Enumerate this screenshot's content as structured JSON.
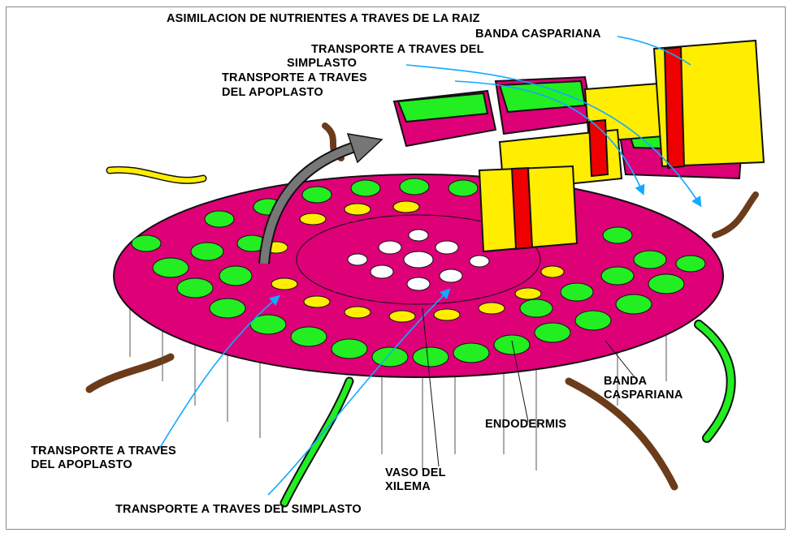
{
  "diagram": {
    "title": "ASIMILACION DE NUTRIENTES A TRAVES DE LA RAIZ",
    "labels": {
      "banda_top": "BANDA CASPARIANA",
      "simplasto_top_1": "TRANSPORTE A TRAVES DEL",
      "simplasto_top_2": "SIMPLASTO",
      "apoplasto_top_1": "TRANSPORTE A TRAVES",
      "apoplasto_top_2": "DEL APOPLASTO",
      "banda_right_1": "BANDA",
      "banda_right_2": "CASPARIANA",
      "endodermis": "ENDODERMIS",
      "apoplasto_left_1": "TRANSPORTE A TRAVES",
      "apoplasto_left_2": "DEL APOPLASTO",
      "vaso_1": "VASO DEL",
      "vaso_2": "XILEMA",
      "simplasto_bottom": "TRANSPORTE A TRAVES DEL SIMPLASTO"
    },
    "colors": {
      "cell_green": "#22ee22",
      "wall_magenta": "#dd0077",
      "endodermis_yellow": "#ffee00",
      "casparian_red": "#ee0000",
      "arrow_blue": "#11aaff",
      "arrow_gray": "#777777",
      "root_hair_brown": "#6b3b1a"
    }
  }
}
